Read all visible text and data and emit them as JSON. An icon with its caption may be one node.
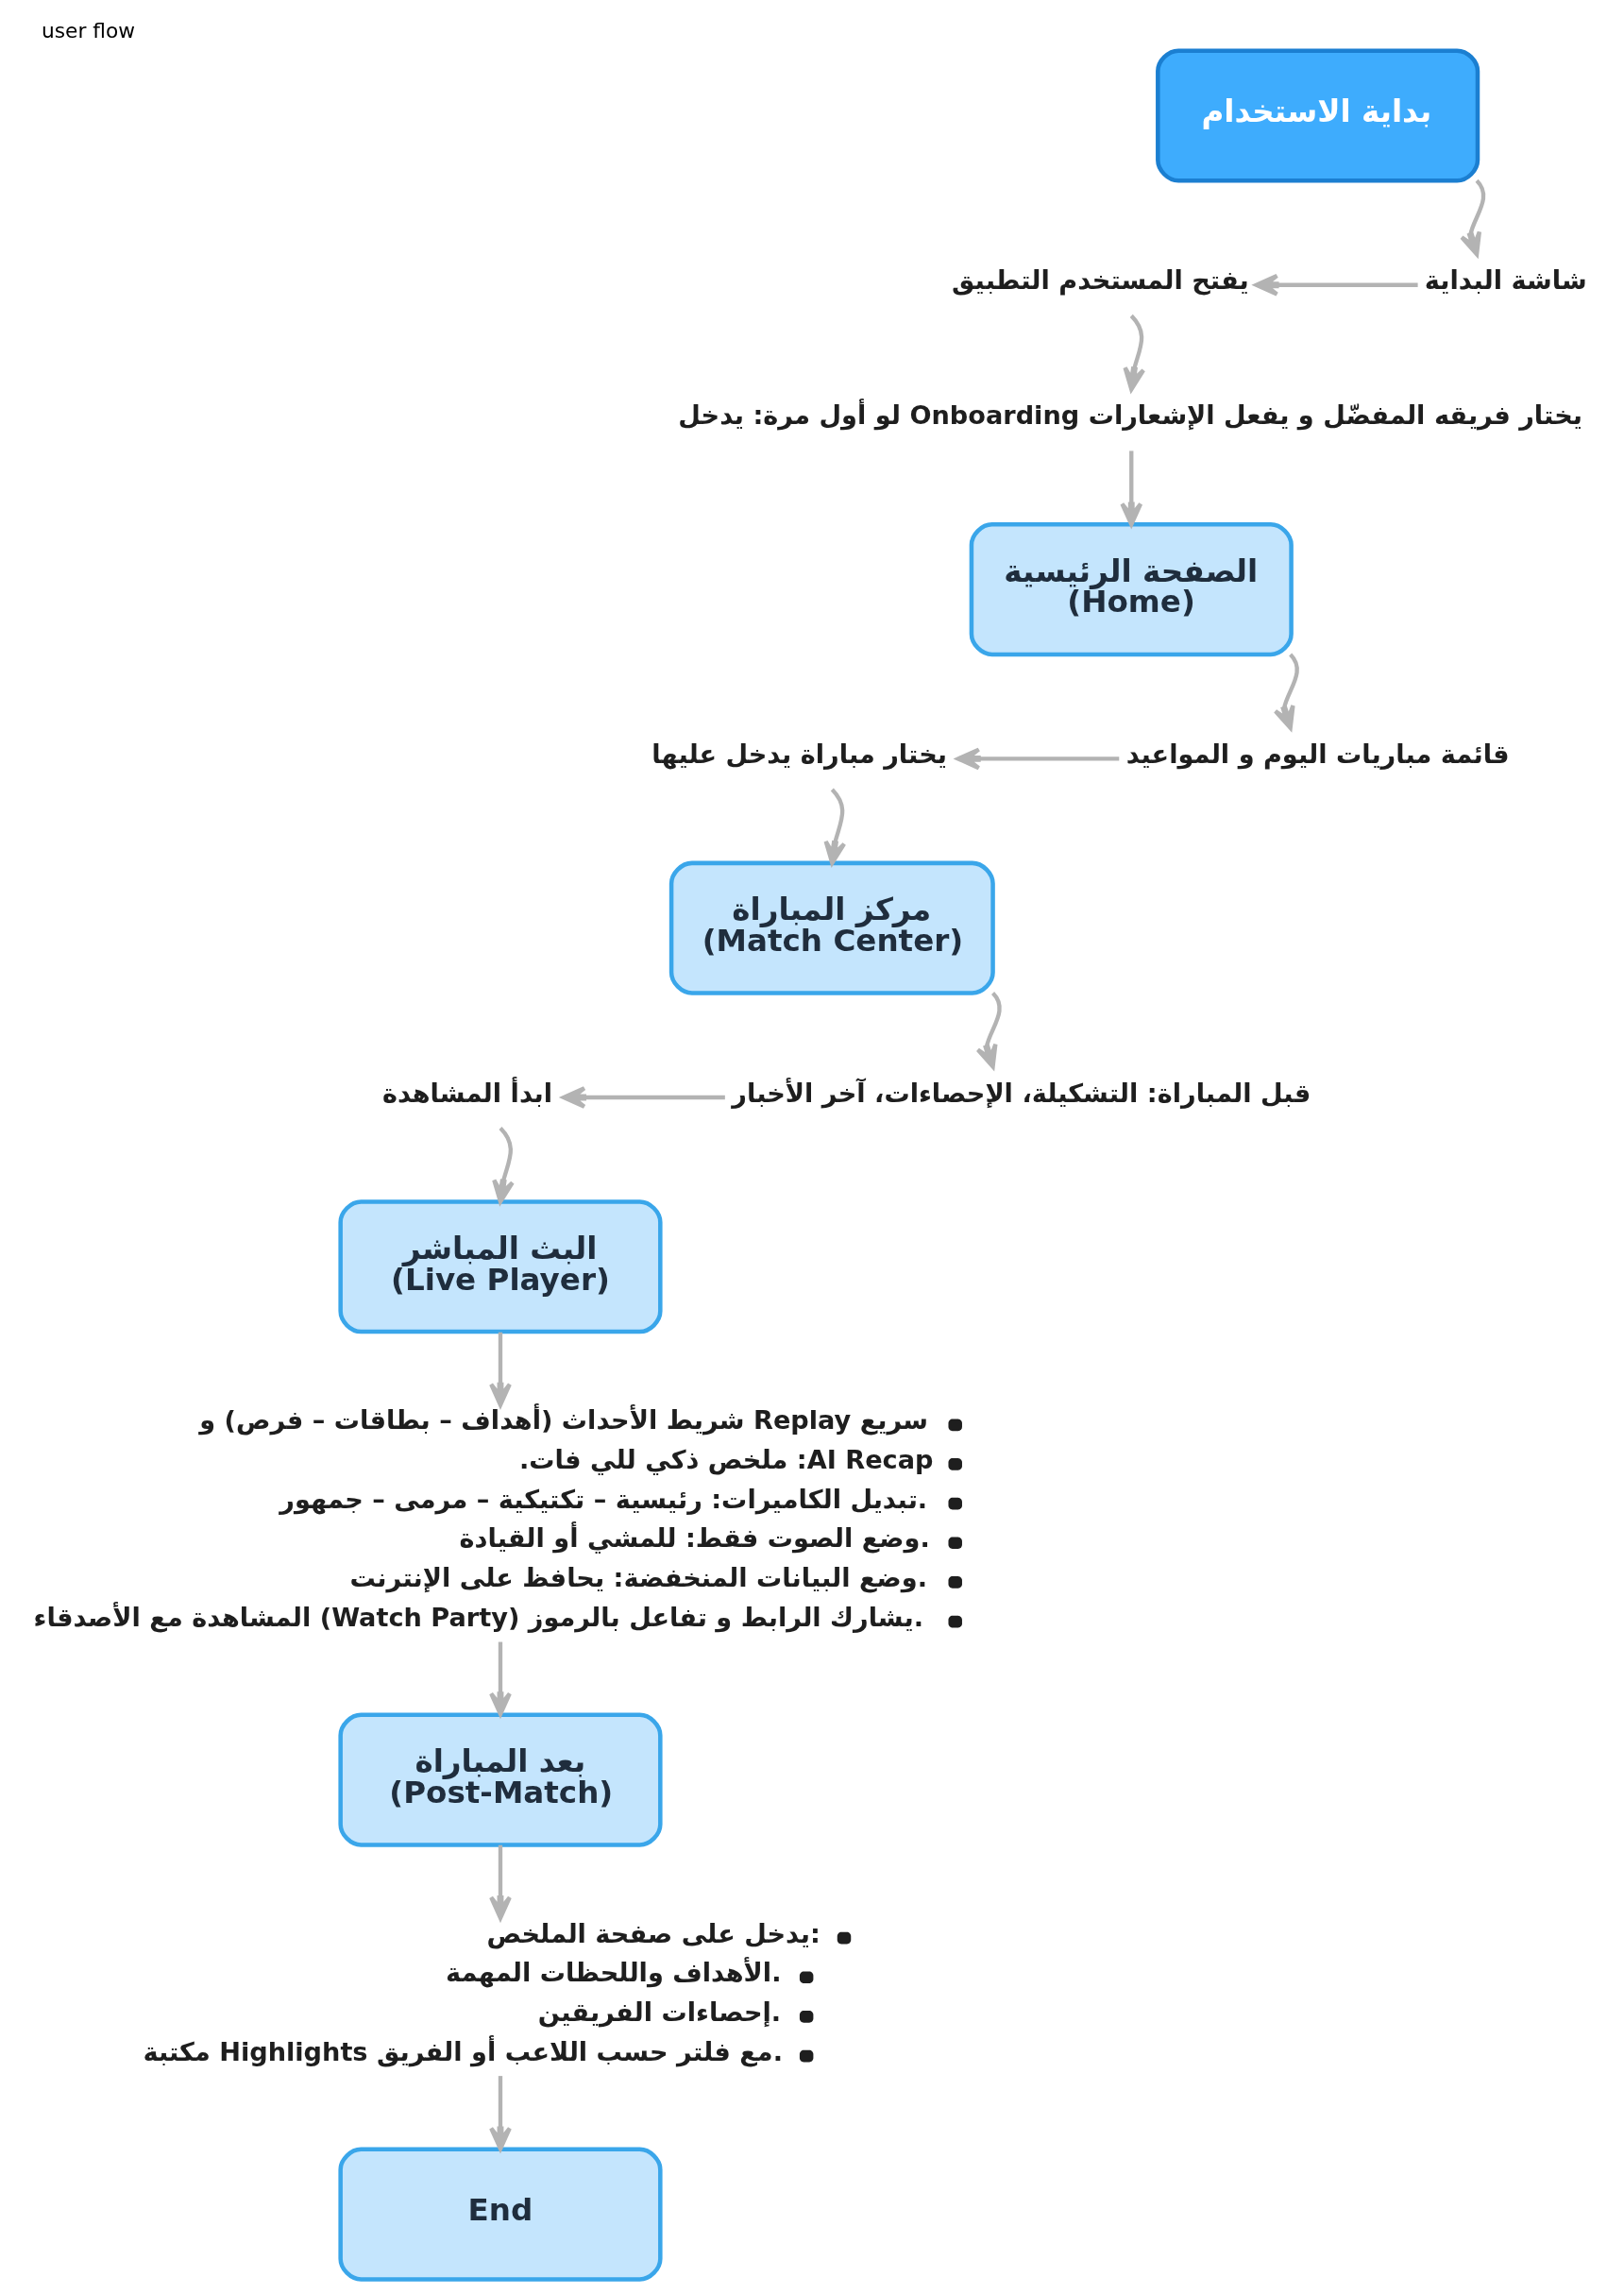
{
  "diagram": {
    "title": "user flow",
    "nodes": [
      {
        "text": [
          "بداية الاستخدام"
        ]
      },
      {
        "text": [
          "شاشة البداية"
        ]
      },
      {
        "text": [
          "يفتح المستخدم التطبيق"
        ]
      },
      {
        "text": [
          "لو أول مرة: يدخل Onboarding يختار فريقه المفضّل و يفعل الإشعارات"
        ]
      },
      {
        "text": [
          "الصفحة الرئيسية (Home)"
        ]
      },
      {
        "text": [
          "قائمة مباريات اليوم و المواعيد"
        ]
      },
      {
        "text": [
          "يختار مباراة يدخل عليها"
        ]
      },
      {
        "text": [
          "مركز المباراة (Match Center)"
        ]
      },
      {
        "text": [
          "قبل المباراة: التشكيلة، الإحصاءات، آخر الأخبار"
        ]
      },
      {
        "text": [
          "ابدأ المشاهدة"
        ]
      },
      {
        "text": [
          "البث المباشر (Live Player)"
        ]
      },
      {
        "text": [
          "شريط الأحداث (أهداف – بطاقات – فرص) و Replay سريع",
          ".ملخص ذكي للي فات :AI Recap",
          "تبديل الكاميرات: رئيسية – تكتيكية – مرمى – جمهور.",
          "وضع الصوت فقط: للمشي أو القيادة.",
          "وضع البيانات المنخفضة: يحافظ على الإنترنت.",
          "المشاهدة مع الأصدقاء (Watch Party) يشارك الرابط و تفاعل بالرموز."
        ]
      },
      {
        "text": [
          "بعد المباراة (Post-Match)"
        ]
      },
      {
        "text": [
          "يدخل على صفحة الملخص:",
          "الأهداف واللحظات المهمة.",
          "إحصاءات الفريقين.",
          "مكتبة Highlights مع فلتر حسب اللاعب أو الفريق."
        ]
      },
      {
        "text": [
          "End"
        ]
      }
    ],
    "edges": [
      {
        "from": 0,
        "to": 1,
        "arrow": "to"
      },
      {
        "from": 1,
        "to": 2,
        "arrow": "to"
      },
      {
        "from": 2,
        "to": 3,
        "arrow": "to"
      },
      {
        "from": 3,
        "to": 4,
        "arrow": "to"
      },
      {
        "from": 4,
        "to": 5,
        "arrow": "to"
      },
      {
        "from": 5,
        "to": 6,
        "arrow": "to"
      },
      {
        "from": 6,
        "to": 7,
        "arrow": "to"
      },
      {
        "from": 7,
        "to": 8,
        "arrow": "to"
      },
      {
        "from": 8,
        "to": 9,
        "arrow": "to"
      },
      {
        "from": 9,
        "to": 10,
        "arrow": "to"
      },
      {
        "from": 10,
        "to": 11,
        "arrow": "to"
      },
      {
        "from": 11,
        "to": 12,
        "arrow": "to"
      },
      {
        "from": 12,
        "to": 13,
        "arrow": "to"
      },
      {
        "from": 13,
        "to": 14,
        "arrow": "to"
      }
    ]
  }
}
